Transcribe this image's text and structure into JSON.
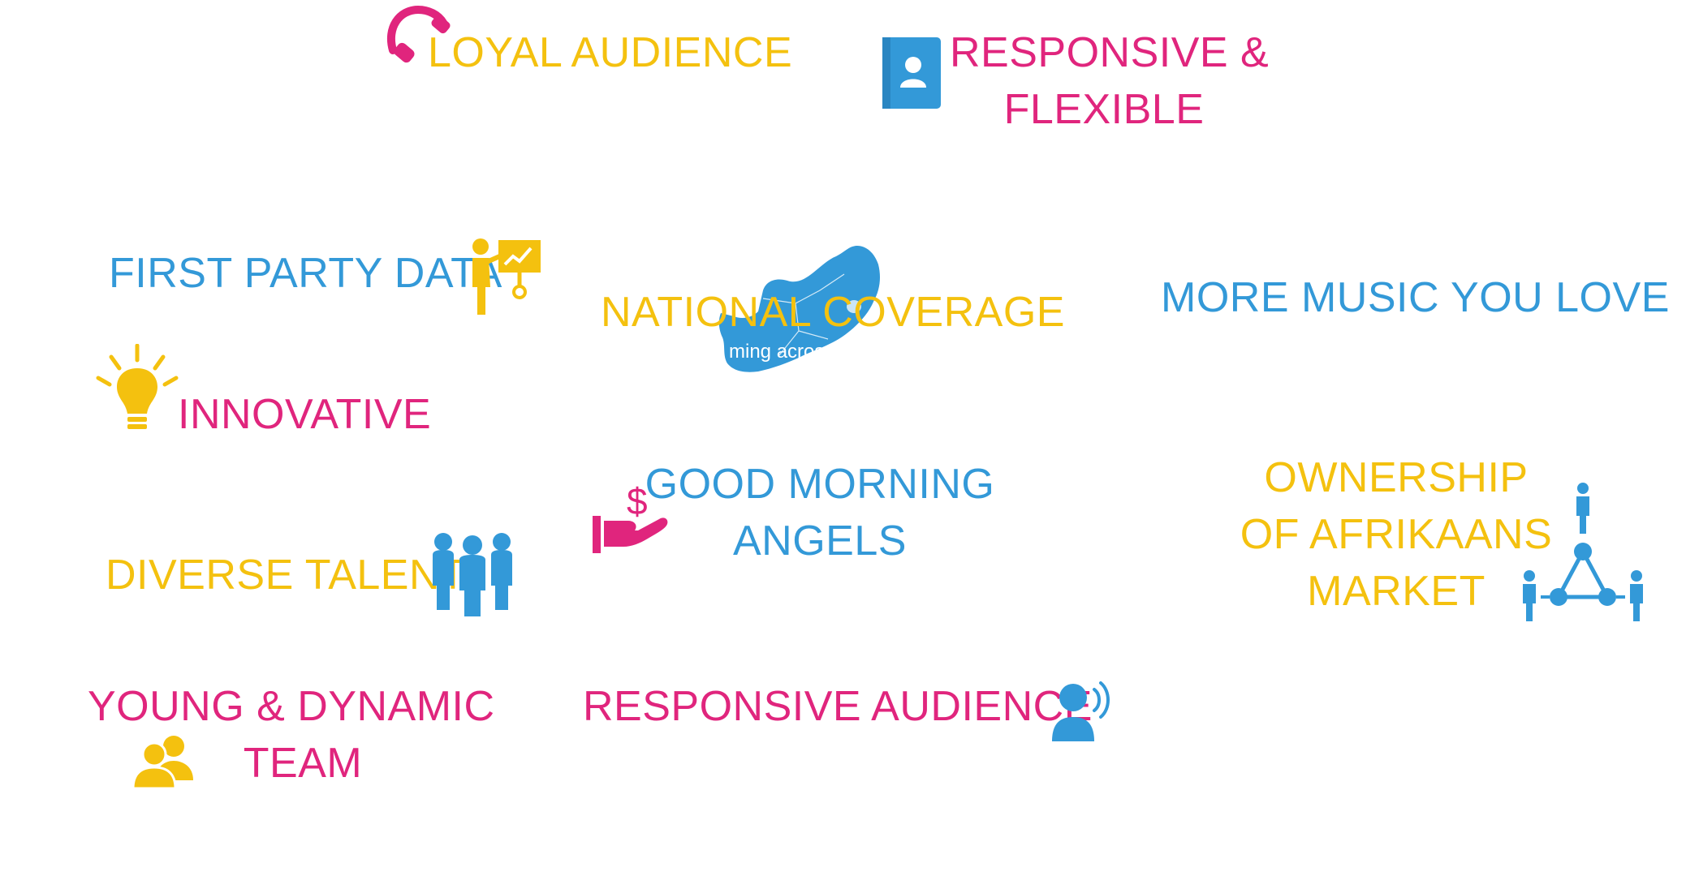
{
  "colors": {
    "pink": "#E0257D",
    "gold": "#F4C10F",
    "blue": "#3399D8"
  },
  "labels": {
    "loyal_audience": "LOYAL AUDIENCE",
    "responsive_flexible_1": "RESPONSIVE &",
    "responsive_flexible_2": "FLEXIBLE",
    "first_party_data": "FIRST PARTY DATA",
    "national_coverage": "NATIONAL COVERAGE",
    "map_note": "ming across",
    "more_music": "MORE MUSIC YOU LOVE",
    "innovative": "INNOVATIVE",
    "good_morning_1": "GOOD MORNING",
    "good_morning_2": "ANGELS",
    "ownership_1": "OWNERSHIP",
    "ownership_2": "OF AFRIKAANS",
    "ownership_3": "MARKET",
    "diverse_talent": "DIVERSE TALENT",
    "young_dynamic_1": "YOUNG & DYNAMIC",
    "young_dynamic_2": "TEAM",
    "responsive_audience": "RESPONSIVE AUDIENCE",
    "dollar_sign": "$"
  },
  "icons": {
    "loyal_audience": "headphones-icon",
    "responsive_flexible": "contact-book-icon",
    "first_party_data": "presenter-chart-icon",
    "national_coverage": "south-africa-map-icon",
    "innovative": "lightbulb-icon",
    "good_morning_angels": "hand-money-icon",
    "ownership": "people-network-icon",
    "diverse_talent": "group-people-icon",
    "young_dynamic": "users-icon",
    "responsive_audience": "speaking-person-icon"
  }
}
